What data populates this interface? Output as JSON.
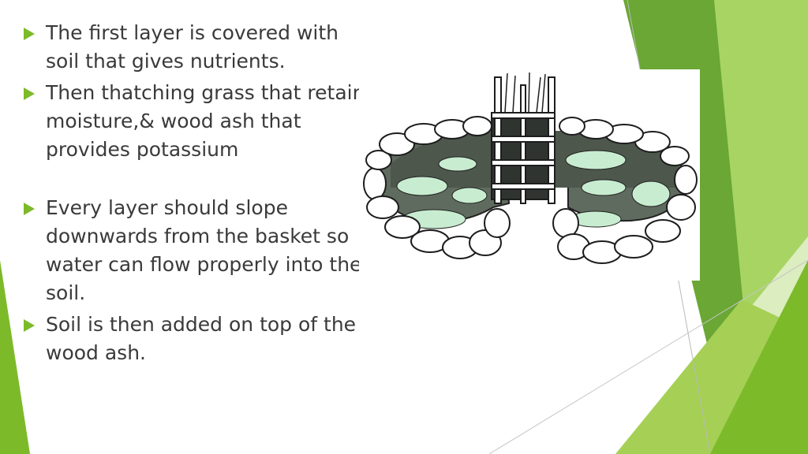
{
  "slide": {
    "bullets": [
      "The first layer is covered with soil that gives nutrients.",
      "Then thatching grass that retains moisture,& wood ash that provides potassium",
      "Every layer should slope downwards from the basket so water can flow properly into the soil.",
      "Soil is then added on top of the wood ash."
    ],
    "illustration": "keyhole-garden-illustration"
  },
  "colors": {
    "accent_green": "#7cba2a",
    "dark_green": "#5a9a28",
    "light_green": "#d7eab4",
    "text": "#3a3a3a",
    "patch": "#c8ecd0"
  }
}
